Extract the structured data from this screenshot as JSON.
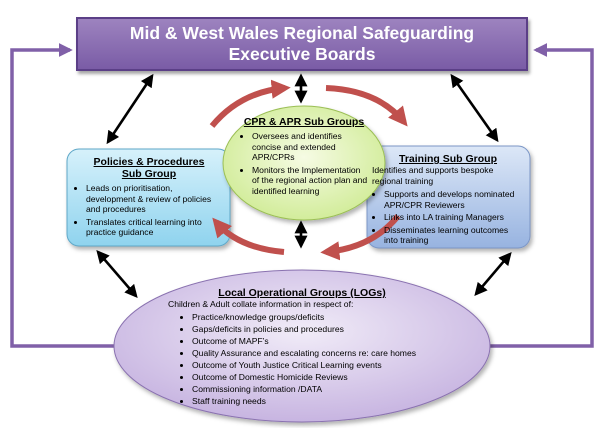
{
  "title": {
    "line1": "Mid & West Wales Regional Safeguarding",
    "line2": "Executive Boards"
  },
  "cpr_group": {
    "title": "CPR & APR Sub Groups",
    "bullets": [
      "Oversees and identifies concise and extended APR/CPRs",
      "Monitors the Implementation of the regional action plan and identified learning"
    ]
  },
  "policies_group": {
    "title_line1": "Policies & Procedures",
    "title_line2": "Sub Group",
    "bullets": [
      "Leads on prioritisation, development & review of policies and procedures",
      "Translates critical learning into practice guidance"
    ]
  },
  "training_group": {
    "title": "Training Sub Group",
    "intro": "Identifies and supports bespoke regional training",
    "bullets": [
      "Supports and develops nominated APR/CPR Reviewers",
      "Links into LA training Managers",
      "Disseminates learning outcomes into training"
    ]
  },
  "logs_group": {
    "title": "Local Operational Groups (LOGs)",
    "intro": "Children & Adult collate information in respect of:",
    "bullets": [
      "Practice/knowledge groups/deficits",
      "Gaps/deficits in policies and procedures",
      "Outcome of MAPF’s",
      "Quality Assurance and escalating concerns re: care homes",
      "Outcome of Youth Justice Critical Learning events",
      "Outcome of Domestic Homicide Reviews",
      "Commissioning information /DATA",
      "Staff training needs"
    ]
  },
  "colors": {
    "title_fill": "#8c70b4",
    "policies_fill": "#9fdaf0",
    "training_fill": "#a5bde3",
    "cpr_fill": "#dcf0a8",
    "logs_fill": "#d3c4e6",
    "purple_line": "#8060a8",
    "red_arrow": "#c0504d"
  }
}
